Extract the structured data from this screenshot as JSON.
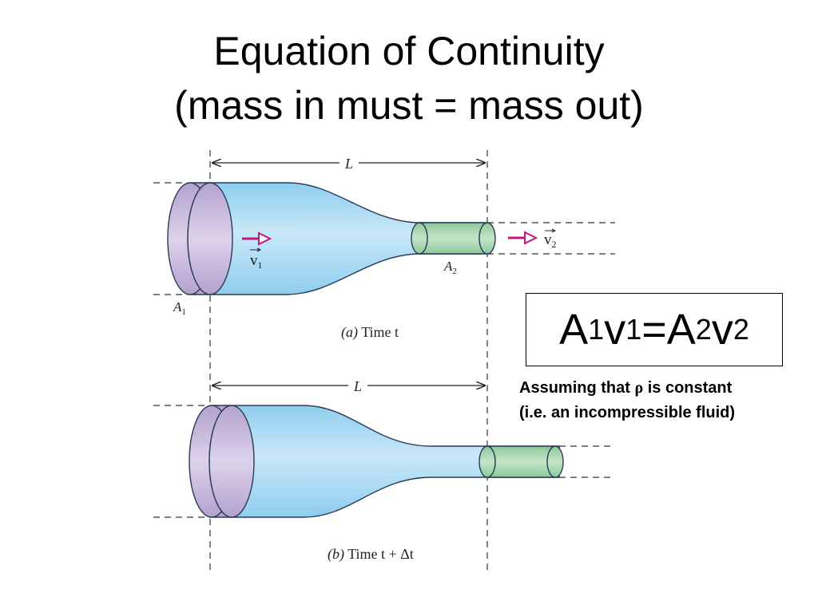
{
  "title": {
    "line1": "Equation of Continuity",
    "line2": "(mass in must = mass out)"
  },
  "equation": {
    "a1": "A",
    "s1": "1",
    "v1": "v",
    "s2": "1",
    "eq": "=",
    "a2": "A",
    "s3": "2",
    "v2": "v",
    "s4": "2"
  },
  "note": {
    "line1_pre": "Assuming that ",
    "rho": "ρ",
    "line1_post": " is constant",
    "line2": "(i.e. an incompressible fluid)"
  },
  "diagram_a": {
    "length_label": "L",
    "area1_label": "A",
    "area1_sub": "1",
    "area2_label": "A",
    "area2_sub": "2",
    "velocity1_label": "v",
    "velocity1_sub": "1",
    "velocity2_label": "v",
    "velocity2_sub": "2",
    "caption_part": "(a)",
    "caption_text": "Time t"
  },
  "diagram_b": {
    "length_label": "L",
    "caption_part": "(b)",
    "caption_text": "Time t + Δt"
  },
  "colors": {
    "fluid": "#a9d8f2",
    "fluid_edge": "#2a3a55",
    "disk_large": "#c7b9d9",
    "disk_small": "#a8d6b0",
    "arrow": "#c0187a"
  }
}
